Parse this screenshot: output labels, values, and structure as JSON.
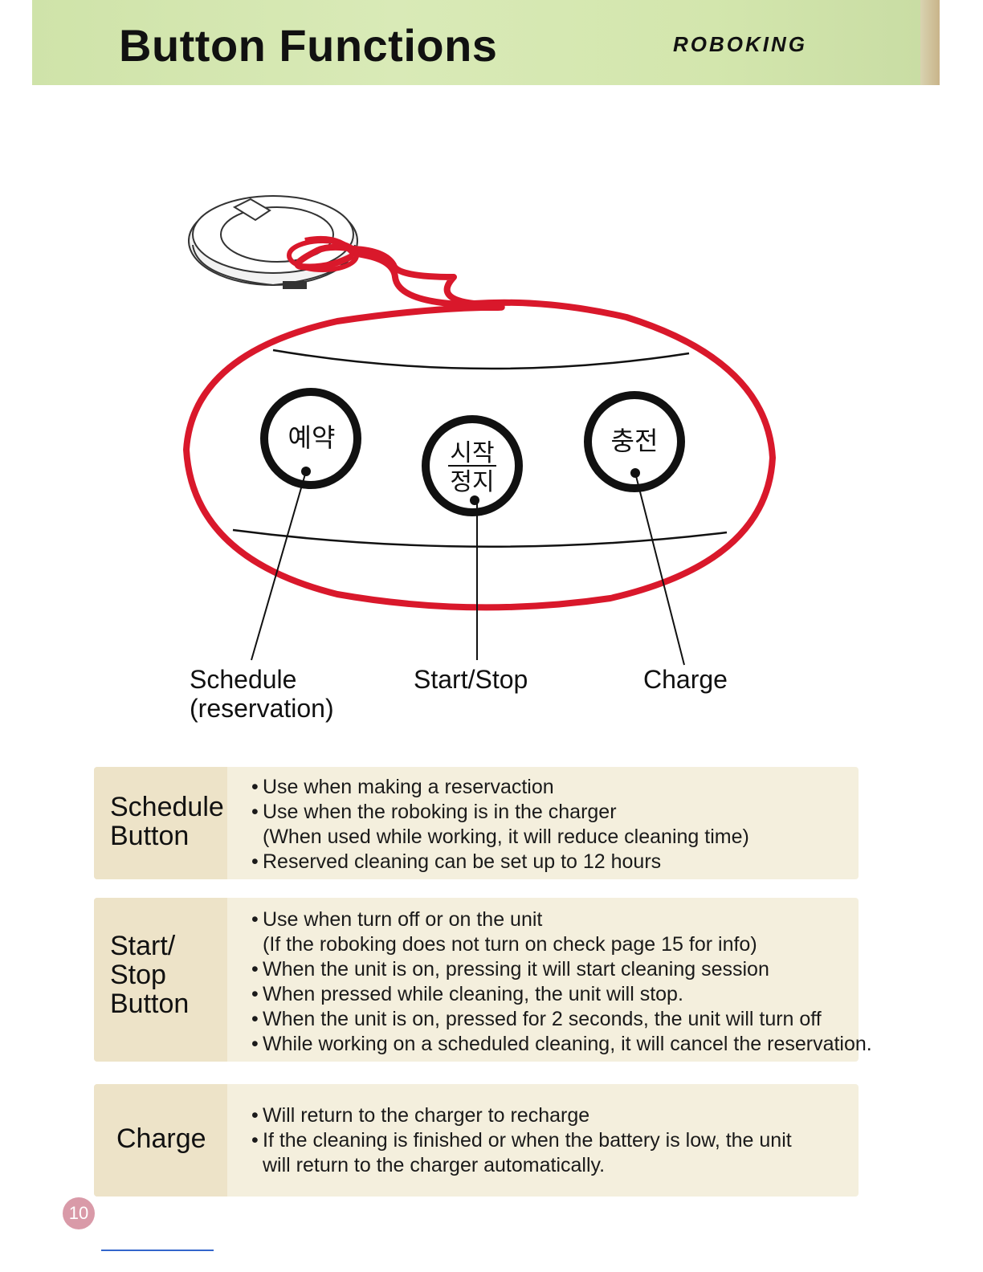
{
  "header": {
    "title": "Button Functions",
    "brand": "ROBOKING"
  },
  "diagram": {
    "buttons": [
      {
        "label": "예약"
      },
      {
        "label_line1": "시작",
        "label_line2": "정지"
      },
      {
        "label": "충전"
      }
    ],
    "captions": [
      {
        "line1": "Schedule",
        "line2": "(reservation)"
      },
      {
        "line1": "Start/Stop"
      },
      {
        "line1": "Charge"
      }
    ]
  },
  "panels": [
    {
      "heading": [
        "Schedule",
        "Button"
      ],
      "items": [
        {
          "bullet": true,
          "text": "Use when making a reservaction"
        },
        {
          "bullet": true,
          "text": "Use when the roboking is in the charger"
        },
        {
          "bullet": false,
          "text": "(When used while working, it will reduce cleaning time)"
        },
        {
          "bullet": true,
          "text": "Reserved cleaning can be set up to 12 hours"
        }
      ]
    },
    {
      "heading": [
        "Start/",
        "Stop",
        "Button"
      ],
      "items": [
        {
          "bullet": true,
          "text": "Use when turn off or on the unit"
        },
        {
          "bullet": false,
          "text": "(If the roboking does not turn on check page 15 for info)"
        },
        {
          "bullet": true,
          "text": "When the unit is on, pressing it will start cleaning session"
        },
        {
          "bullet": true,
          "text": "When pressed while cleaning, the unit will stop."
        },
        {
          "bullet": true,
          "text": "When the unit is on, pressed for 2 seconds, the unit will turn off"
        },
        {
          "bullet": true,
          "text": "While working on a scheduled cleaning, it will cancel the reservation."
        }
      ]
    },
    {
      "heading": [
        "Charge"
      ],
      "items": [
        {
          "bullet": true,
          "text": "Will return to the charger to recharge"
        },
        {
          "bullet": true,
          "text": "If the cleaning is finished or when the battery is low, the unit"
        },
        {
          "bullet": false,
          "text": "will return to the charger automatically."
        }
      ]
    }
  ],
  "page_number": "10",
  "colors": {
    "header_bg": "#d3e6ad",
    "callout_red": "#d9182b",
    "panel_bg": "#f4efdd",
    "page_badge": "#d99aa8"
  }
}
